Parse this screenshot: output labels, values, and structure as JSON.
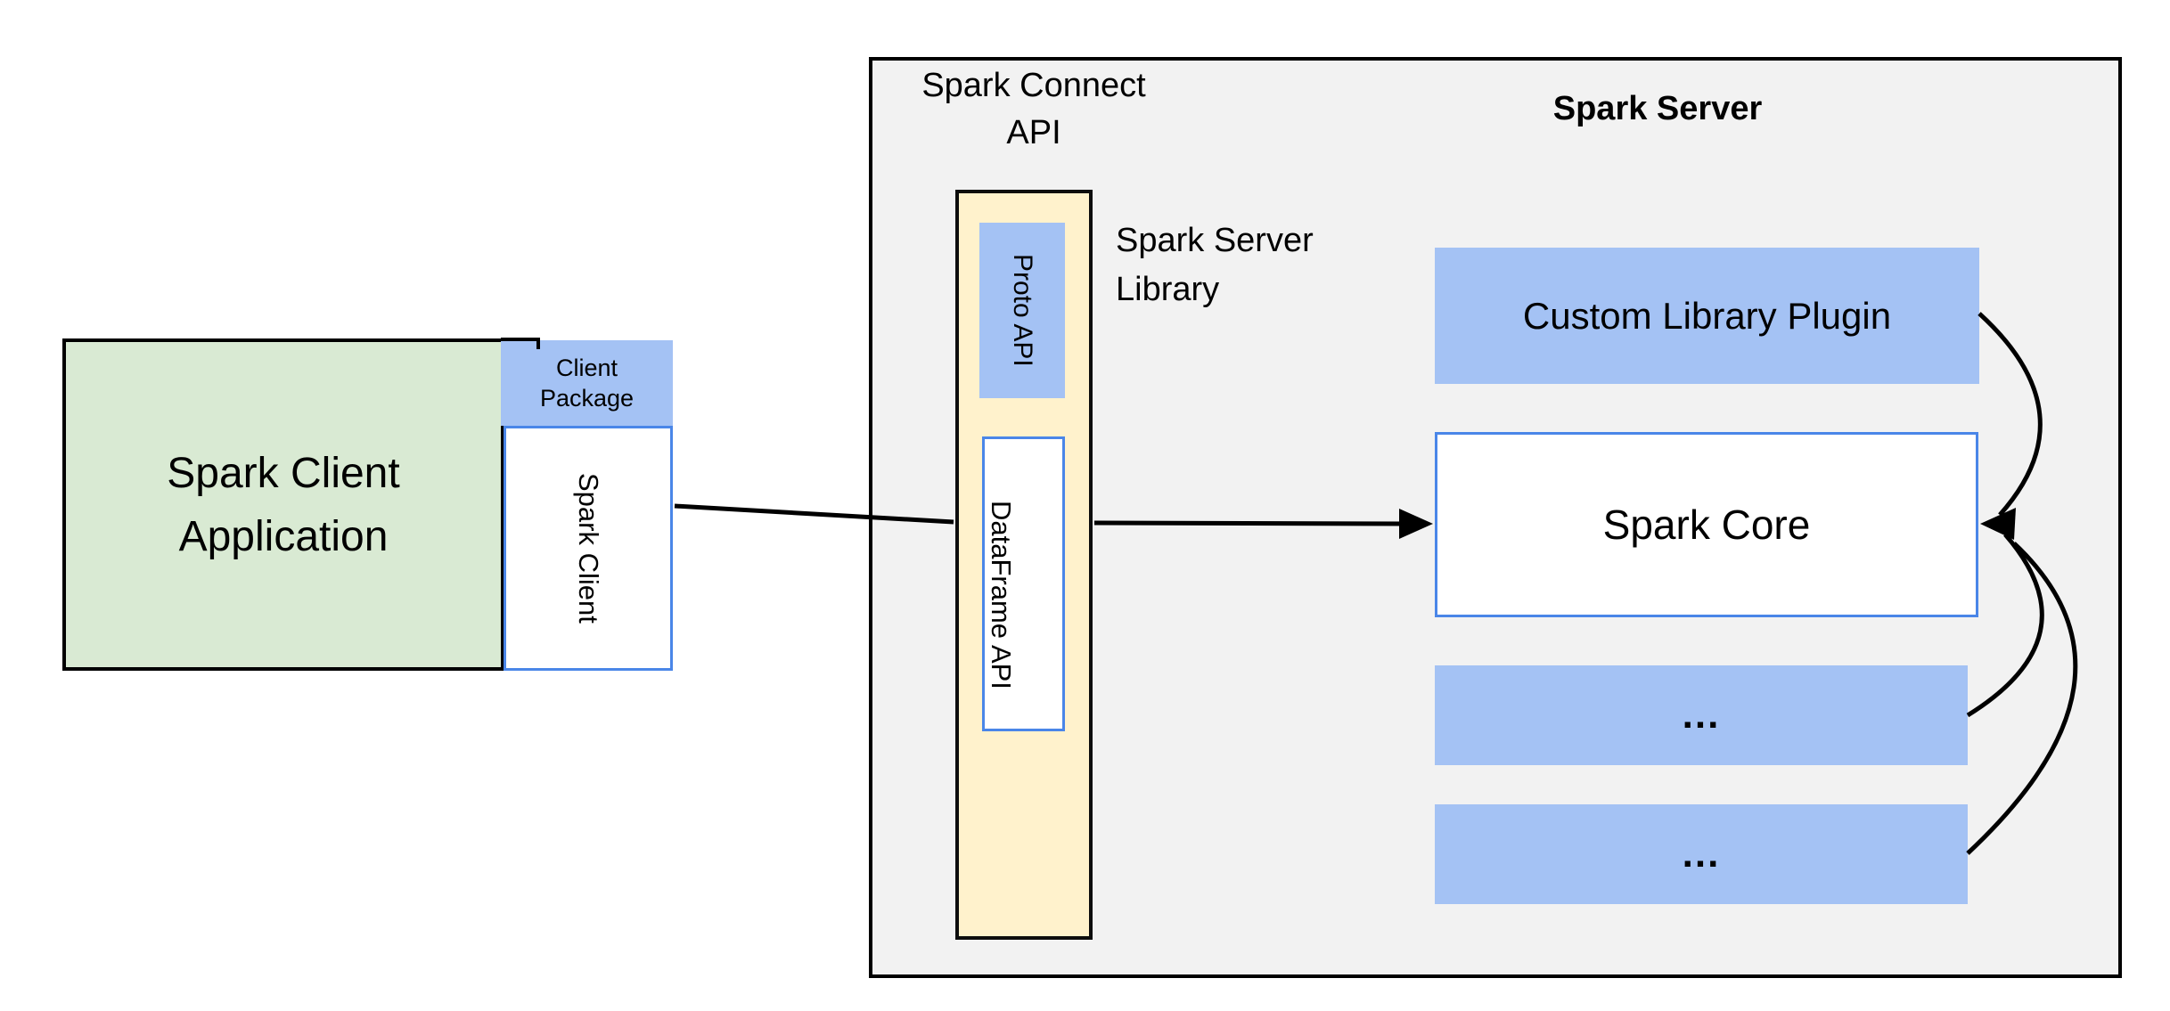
{
  "diagram": {
    "titles": {
      "connect_api": "Spark Connect API",
      "spark_server": "Spark Server",
      "server_library": "Spark Server Library"
    },
    "client": {
      "application": "Spark Client Application",
      "package": "Client Package",
      "spark_client": "Spark Client"
    },
    "connect_api_bar": {
      "proto_api": "Proto API",
      "dataframe_api": "DataFrame API"
    },
    "server": {
      "plugin": "Custom Library Plugin",
      "core": "Spark Core",
      "ellipsis_top": "...",
      "ellipsis_bottom": "..."
    },
    "colors": {
      "green_fill": "#d9ead3",
      "blue_fill": "#a4c2f4",
      "yellow_fill": "#fff2cc",
      "container_fill": "#f2f2f2",
      "blue_border": "#4a86e8",
      "line_black": "#000000"
    }
  }
}
